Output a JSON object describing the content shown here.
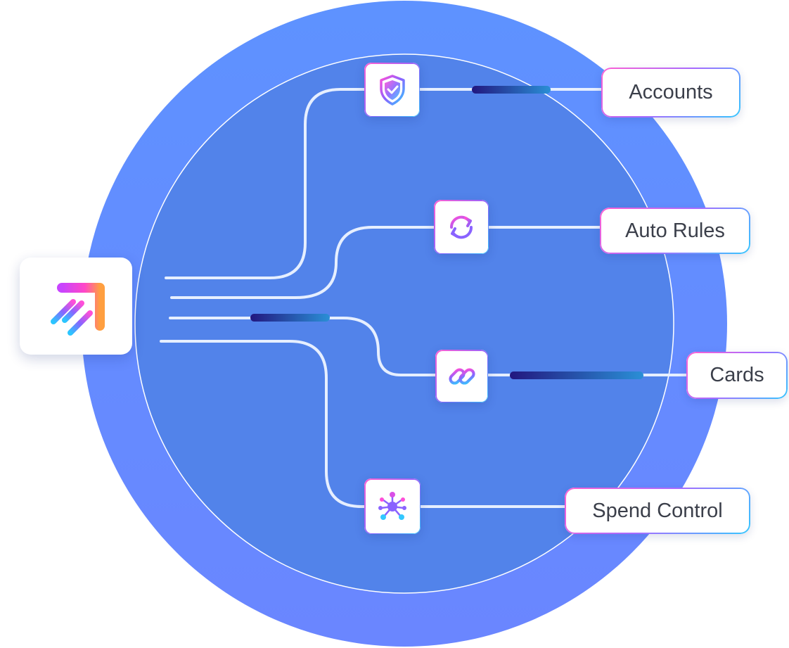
{
  "diagram": {
    "brand_logo": "arrow-up-right-logo",
    "nodes": [
      {
        "id": "accounts",
        "icon": "shield-check-icon",
        "label": "Accounts"
      },
      {
        "id": "auto-rules",
        "icon": "refresh-icon",
        "label": "Auto Rules"
      },
      {
        "id": "cards",
        "icon": "link-icon",
        "label": "Cards"
      },
      {
        "id": "spend-control",
        "icon": "network-hub-icon",
        "label": "Spend Control"
      }
    ]
  },
  "colors": {
    "outer_ring": "#5b8cff",
    "inner_circle": "#5283ea",
    "connector": "#e6efff",
    "gradient_pink": "#ff4fd8",
    "gradient_purple": "#8a63ff",
    "gradient_cyan": "#33c8ff",
    "accent_dark": "#241b8f"
  }
}
